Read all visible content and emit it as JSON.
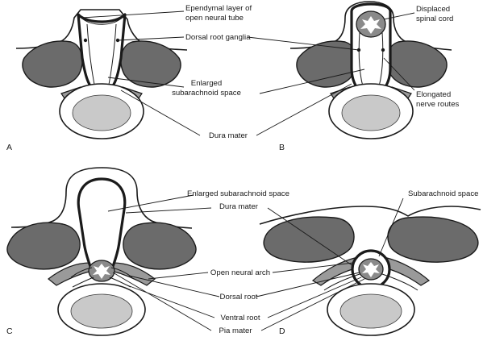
{
  "panels": {
    "a": {
      "letter": "A",
      "labels": {
        "ependymal_line1": "Ependymal layer of",
        "ependymal_line2": "open neural tube",
        "dorsal_root_ganglia": "Dorsal root ganglia",
        "enlarged_sub_line1": "Enlarged",
        "enlarged_sub_line2": "subarachnoid space",
        "dura_mater": "Dura mater"
      }
    },
    "b": {
      "letter": "B",
      "labels": {
        "displaced_line1": "Displaced",
        "displaced_line2": "spinal cord",
        "elongated_line1": "Elongated",
        "elongated_line2": "nerve routes"
      }
    },
    "c": {
      "letter": "C",
      "labels": {
        "enlarged_sub": "Enlarged subarachnoid space",
        "dura_mater": "Dura mater",
        "open_neural_arch": "Open neural arch",
        "dorsal_root": "Dorsal root",
        "ventral_root": "Ventral root",
        "pia_mater": "Pia mater"
      }
    },
    "d": {
      "letter": "D",
      "labels": {
        "subarachnoid_space": "Subarachnoid space"
      }
    }
  },
  "colors": {
    "bone": "#6b6b6b",
    "arch": "#9a9a9a",
    "vertebral_body": "#c9c9c9",
    "outline": "#1a1a1a"
  }
}
